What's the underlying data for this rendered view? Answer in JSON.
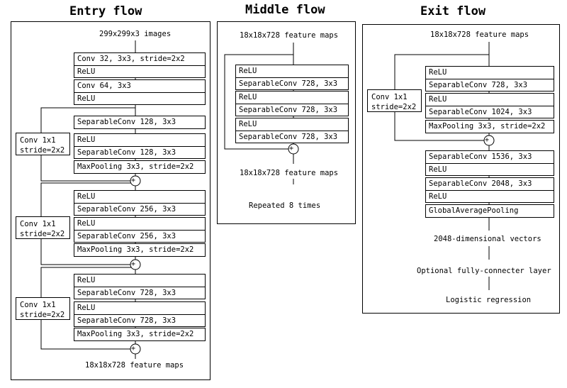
{
  "entry": {
    "title": "Entry flow",
    "input": "299x299x3 images",
    "output": "18x18x728 feature maps",
    "blocks": [
      [
        "Conv 32, 3x3, stride=2x2",
        "ReLU"
      ],
      [
        "Conv 64, 3x3",
        "ReLU"
      ],
      [
        "SeparableConv 128, 3x3"
      ],
      [
        "ReLU",
        "SeparableConv 128, 3x3"
      ],
      [
        "MaxPooling 3x3, stride=2x2"
      ],
      [
        "ReLU",
        "SeparableConv 256, 3x3"
      ],
      [
        "ReLU",
        "SeparableConv 256, 3x3"
      ],
      [
        "MaxPooling 3x3, stride=2x2"
      ],
      [
        "ReLU",
        "SeparableConv 728, 3x3"
      ],
      [
        "ReLU",
        "SeparableConv 728, 3x3"
      ],
      [
        "MaxPooling 3x3, stride=2x2"
      ]
    ],
    "skips": [
      "Conv 1x1\nstride=2x2",
      "Conv 1x1\nstride=2x2",
      "Conv 1x1\nstride=2x2"
    ],
    "add_symbol": "+"
  },
  "middle": {
    "title": "Middle flow",
    "input": "18x18x728 feature maps",
    "output": "18x18x728 feature maps",
    "repeat_note": "Repeated 8 times",
    "blocks": [
      [
        "ReLU",
        "SeparableConv 728, 3x3"
      ],
      [
        "ReLU",
        "SeparableConv 728, 3x3"
      ],
      [
        "ReLU",
        "SeparableConv 728, 3x3"
      ]
    ],
    "add_symbol": "+"
  },
  "exit": {
    "title": "Exit flow",
    "input": "18x18x728 feature maps",
    "blocks": [
      [
        "ReLU",
        "SeparableConv 728, 3x3"
      ],
      [
        "ReLU",
        "SeparableConv 1024, 3x3"
      ],
      [
        "MaxPooling 3x3, stride=2x2"
      ],
      [
        "SeparableConv 1536, 3x3",
        "ReLU"
      ],
      [
        "SeparableConv 2048, 3x3",
        "ReLU"
      ],
      [
        "GlobalAveragePooling"
      ]
    ],
    "skip": "Conv 1x1\nstride=2x2",
    "vectors": "2048-dimensional vectors",
    "optional": "Optional fully-connecter layer",
    "logistic": "Logistic regression",
    "add_symbol": "+"
  }
}
